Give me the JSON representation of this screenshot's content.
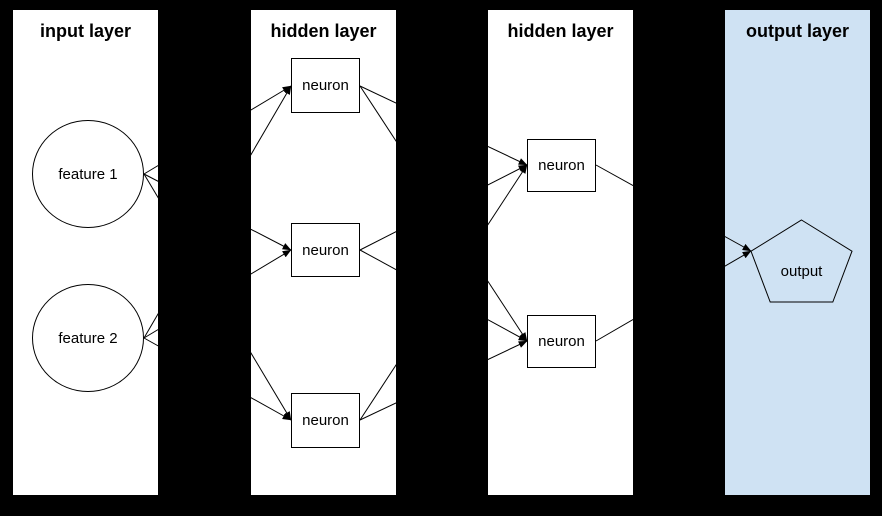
{
  "layers": [
    {
      "title": "input layer"
    },
    {
      "title": "hidden layer"
    },
    {
      "title": "hidden layer"
    },
    {
      "title": "output layer"
    }
  ],
  "nodes": {
    "feature1": {
      "label": "feature 1",
      "shape": "circle",
      "layer": "input layer"
    },
    "feature2": {
      "label": "feature 2",
      "shape": "circle",
      "layer": "input layer"
    },
    "h1n1": {
      "label": "neuron",
      "shape": "rect",
      "layer": "hidden layer 1"
    },
    "h1n2": {
      "label": "neuron",
      "shape": "rect",
      "layer": "hidden layer 1"
    },
    "h1n3": {
      "label": "neuron",
      "shape": "rect",
      "layer": "hidden layer 1"
    },
    "h2n1": {
      "label": "neuron",
      "shape": "rect",
      "layer": "hidden layer 2"
    },
    "h2n2": {
      "label": "neuron",
      "shape": "rect",
      "layer": "hidden layer 2"
    },
    "output": {
      "label": "output",
      "shape": "pentagon",
      "layer": "output layer"
    }
  },
  "edges": [
    [
      "feature1",
      "h1n1"
    ],
    [
      "feature1",
      "h1n2"
    ],
    [
      "feature1",
      "h1n3"
    ],
    [
      "feature2",
      "h1n1"
    ],
    [
      "feature2",
      "h1n2"
    ],
    [
      "feature2",
      "h1n3"
    ],
    [
      "h1n1",
      "h2n1"
    ],
    [
      "h1n1",
      "h2n2"
    ],
    [
      "h1n2",
      "h2n1"
    ],
    [
      "h1n2",
      "h2n2"
    ],
    [
      "h1n3",
      "h2n1"
    ],
    [
      "h1n3",
      "h2n2"
    ],
    [
      "h2n1",
      "output"
    ],
    [
      "h2n2",
      "output"
    ]
  ],
  "colors": {
    "background": "#000000",
    "panel": "#ffffff",
    "output_panel": "#cfe2f3",
    "stroke": "#000000",
    "text": "#000000"
  }
}
